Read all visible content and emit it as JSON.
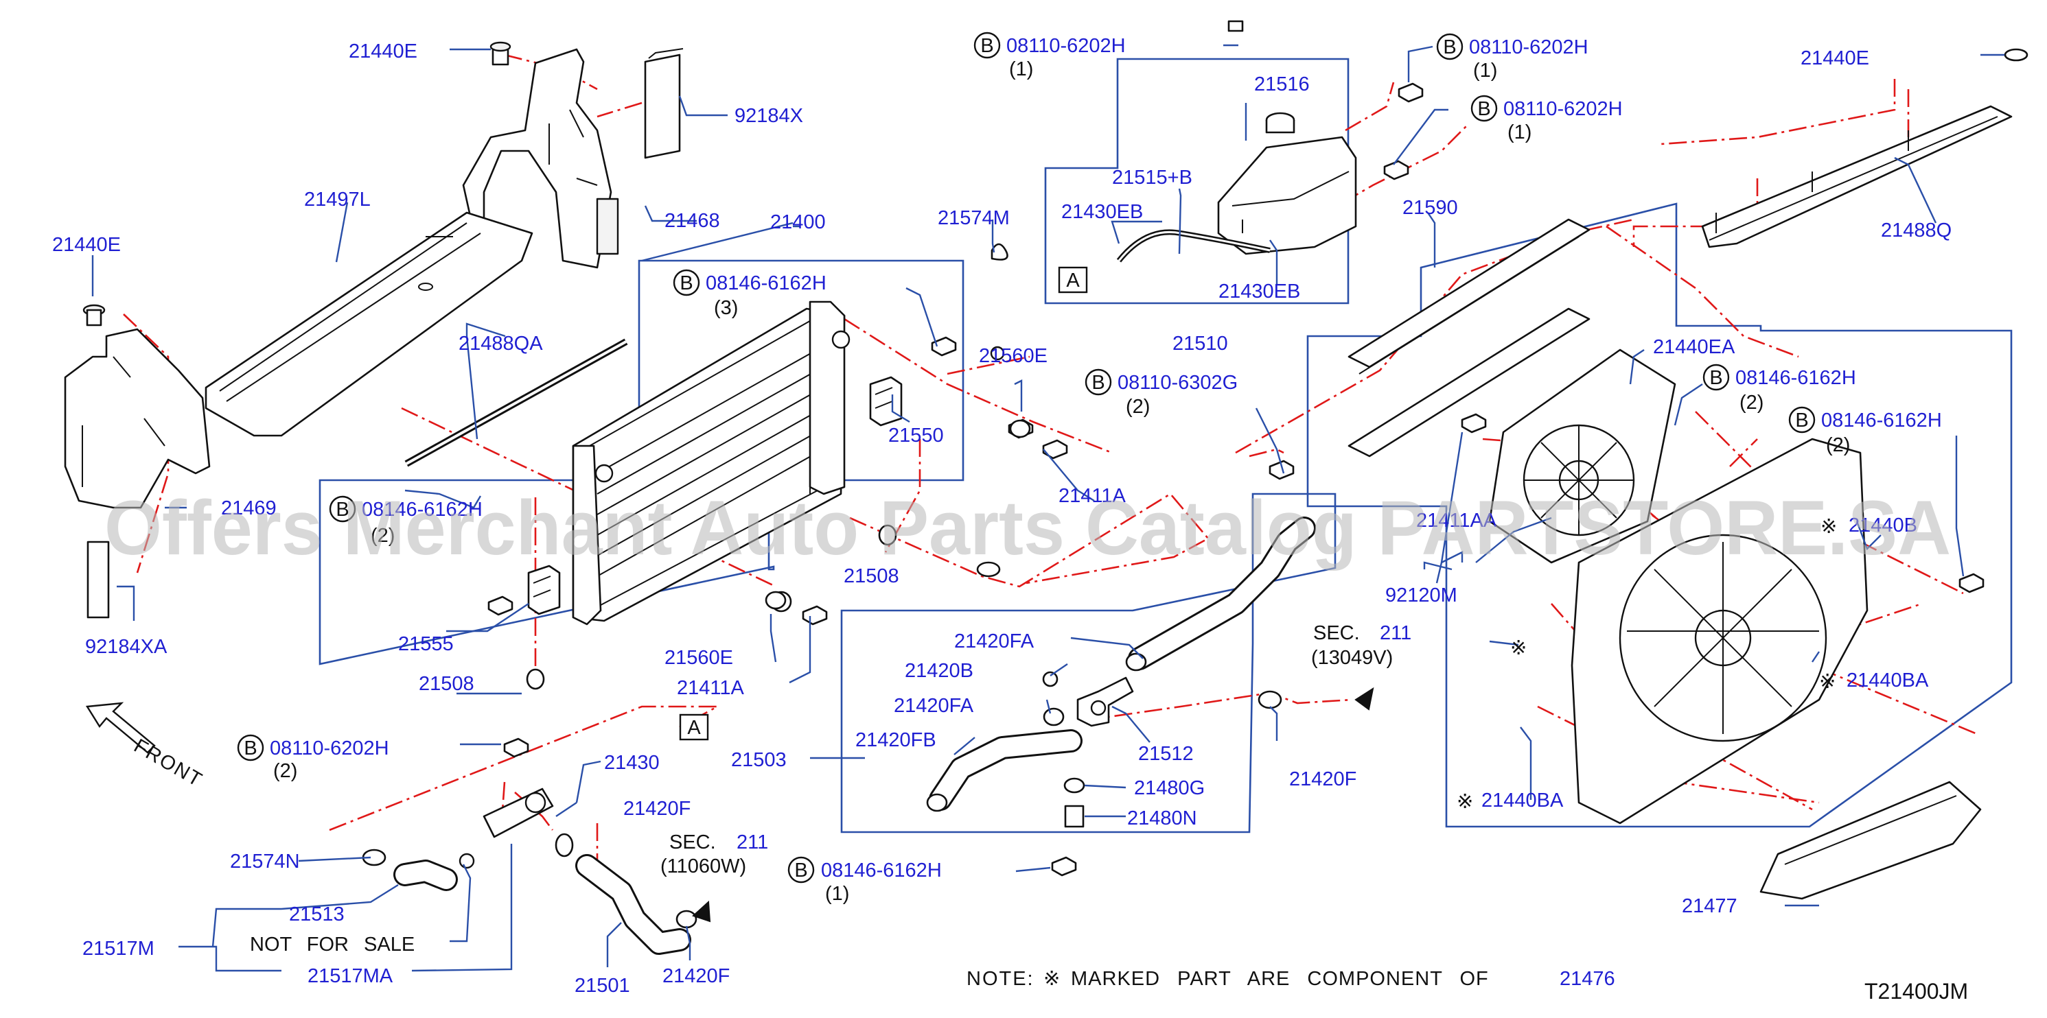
{
  "diagram_id": "T21400JM",
  "watermark": "Offers Merchant Auto Parts Catalog PARTSTORE.SA",
  "front_label": "FRONT",
  "note": {
    "prefix": "NOTE:",
    "symbol": "※",
    "text": "MARKED PART ARE COMPONENT OF",
    "part": "21476"
  },
  "bolts": {
    "b1": {
      "badge": "B",
      "code": "08110-6202H",
      "qty": "(1)"
    },
    "b2": {
      "badge": "B",
      "code": "08110-6202H",
      "qty": "(1)"
    },
    "b3": {
      "badge": "B",
      "code": "08110-6202H",
      "qty": "(1)"
    },
    "b4": {
      "badge": "B",
      "code": "08146-6162H",
      "qty": "(3)"
    },
    "b5": {
      "badge": "B",
      "code": "08110-6302G",
      "qty": "(2)"
    },
    "b6": {
      "badge": "B",
      "code": "08146-6162H",
      "qty": "(2)"
    },
    "b7": {
      "badge": "B",
      "code": "08146-6162H",
      "qty": "(2)"
    },
    "b8": {
      "badge": "B",
      "code": "08146-6162H",
      "qty": "(2)"
    },
    "b9": {
      "badge": "B",
      "code": "08110-6202H",
      "qty": "(2)"
    },
    "b10": {
      "badge": "B",
      "code": "08146-6162H",
      "qty": "(1)"
    }
  },
  "sections": {
    "s1": {
      "label": "SEC.",
      "num": "211",
      "ref": "(13049V)"
    },
    "s2": {
      "label": "SEC.",
      "num": "211",
      "ref": "(11060W)"
    }
  },
  "ref_boxes": {
    "a1": "A",
    "a2": "A"
  },
  "not_for_sale": "NOT FOR SALE",
  "parts": {
    "p21440E_a": "21440E",
    "p92184X": "92184X",
    "p21497L": "21497L",
    "p21468": "21468",
    "p21440E_b": "21440E",
    "p21400": "21400",
    "p21574M": "21574M",
    "p21488QA": "21488QA",
    "p21469": "21469",
    "p92184XA": "92184XA",
    "p21550": "21550",
    "p21560E_a": "21560E",
    "p21411A_a": "21411A",
    "p21555": "21555",
    "p21508_a": "21508",
    "p21508_b": "21508",
    "p21560E_b": "21560E",
    "p21411A_b": "21411A",
    "p21516": "21516",
    "p21515B": "21515+B",
    "p21430EB_a": "21430EB",
    "p21430EB_b": "21430EB",
    "p21510": "21510",
    "p21440E_c": "21440E",
    "p21590": "21590",
    "p21488Q": "21488Q",
    "p21440EA": "21440EA",
    "p21411AA": "21411AA",
    "p92120M": "92120M",
    "p21440B": "21440B",
    "p21440BA_a": "21440BA",
    "p21440BA_b": "21440BA",
    "p21477": "21477",
    "p21420FA_a": "21420FA",
    "p21420B": "21420B",
    "p21420FA_b": "21420FA",
    "p21420FB": "21420FB",
    "p21503": "21503",
    "p21512": "21512",
    "p21480G": "21480G",
    "p21480N": "21480N",
    "p21420F_a": "21420F",
    "p21430": "21430",
    "p21574N": "21574N",
    "p21420F_b": "21420F",
    "p21513": "21513",
    "p21517M": "21517M",
    "p21517MA": "21517MA",
    "p21501": "21501",
    "p21420F_c": "21420F"
  },
  "colors": {
    "label": "#1f1fd2",
    "leader": "#2a4fa8",
    "phantom": "#e01818",
    "line": "#111111"
  }
}
